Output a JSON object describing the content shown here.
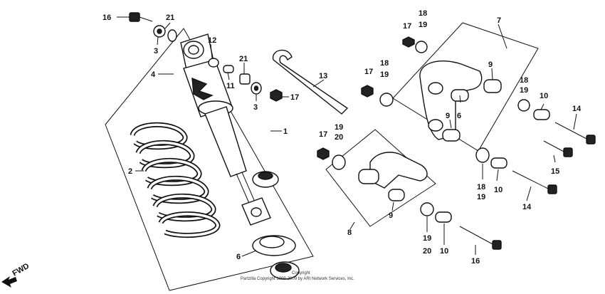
{
  "diagram": {
    "labels": [
      "16",
      "21",
      "3",
      "4",
      "12",
      "11",
      "21",
      "3",
      "17",
      "1",
      "13",
      "2",
      "6",
      "17",
      "18",
      "19",
      "17",
      "18",
      "19",
      "7",
      "9",
      "6",
      "9",
      "18",
      "19",
      "10",
      "14",
      "15",
      "17",
      "19",
      "20",
      "18",
      "19",
      "10",
      "9",
      "8",
      "14",
      "19",
      "20",
      "10",
      "16"
    ],
    "copyright_line1": "Copyright",
    "copyright_line2": "Partzilla Copyright 1999-2009 by ARI Network Services, Inc.",
    "fwd_label": "FWD"
  }
}
